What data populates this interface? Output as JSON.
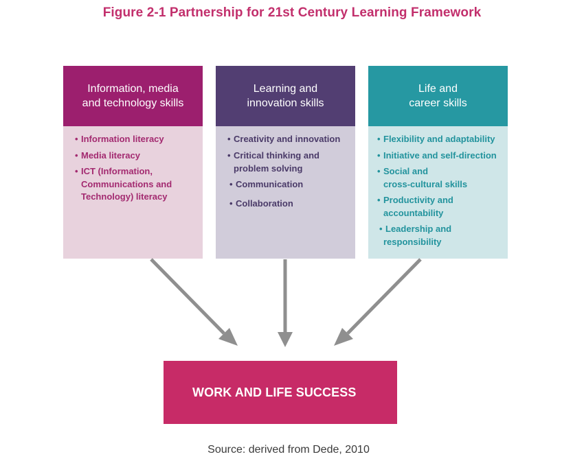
{
  "title": "Figure 2-1 Partnership for 21st Century Learning Framework",
  "boxes": [
    {
      "header_lines": [
        "Information, media",
        "and technology skills"
      ],
      "items": [
        {
          "lines": [
            "Information literacy"
          ]
        },
        {
          "lines": [
            "Media literacy"
          ]
        },
        {
          "lines": [
            "ICT (Information,",
            "Communications and",
            "Technology) literacy"
          ]
        }
      ]
    },
    {
      "header_lines": [
        "Learning and",
        "innovation skills"
      ],
      "items": [
        {
          "lines": [
            "Creativity and innovation"
          ]
        },
        {
          "lines": [
            "Critical thinking and",
            "problem solving"
          ]
        },
        {
          "lines": [
            "Communication"
          ]
        },
        {
          "lines": [
            "Collaboration"
          ]
        }
      ]
    },
    {
      "header_lines": [
        "Life and",
        "career skills"
      ],
      "items": [
        {
          "lines": [
            "Flexibility and adaptability"
          ]
        },
        {
          "lines": [
            "Initiative and self-direction"
          ]
        },
        {
          "lines": [
            "Social and",
            "cross-cultural skills"
          ]
        },
        {
          "lines": [
            "Productivity and",
            "accountability"
          ]
        },
        {
          "lines": [
            "Leadership and",
            "responsibility"
          ]
        }
      ]
    }
  ],
  "result": "WORK AND LIFE SUCCESS",
  "source": "Source: derived from Dede, 2010",
  "colors": {
    "title": "#c22f6c",
    "info_header": "#9c1f6e",
    "learning_header": "#523e72",
    "life_header": "#2698a2",
    "result_box": "#c72b67",
    "arrow": "#8f8f8f"
  },
  "icons": {
    "arrows": [
      "arrow-down-right-icon",
      "arrow-down-icon",
      "arrow-down-left-icon"
    ]
  }
}
